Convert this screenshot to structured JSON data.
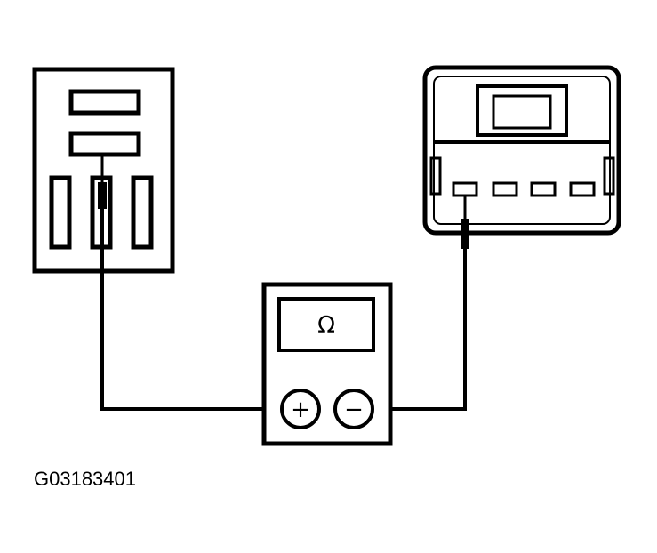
{
  "figure_id": "G03183401",
  "meter": {
    "display_symbol": "Ω",
    "positive_terminal": "+",
    "negative_terminal": "−"
  },
  "colors": {
    "line": "#000000",
    "background": "#ffffff"
  },
  "icons": {
    "meter": "ohmmeter-icon",
    "left_component": "relay-socket",
    "right_component": "electrical-connector"
  }
}
